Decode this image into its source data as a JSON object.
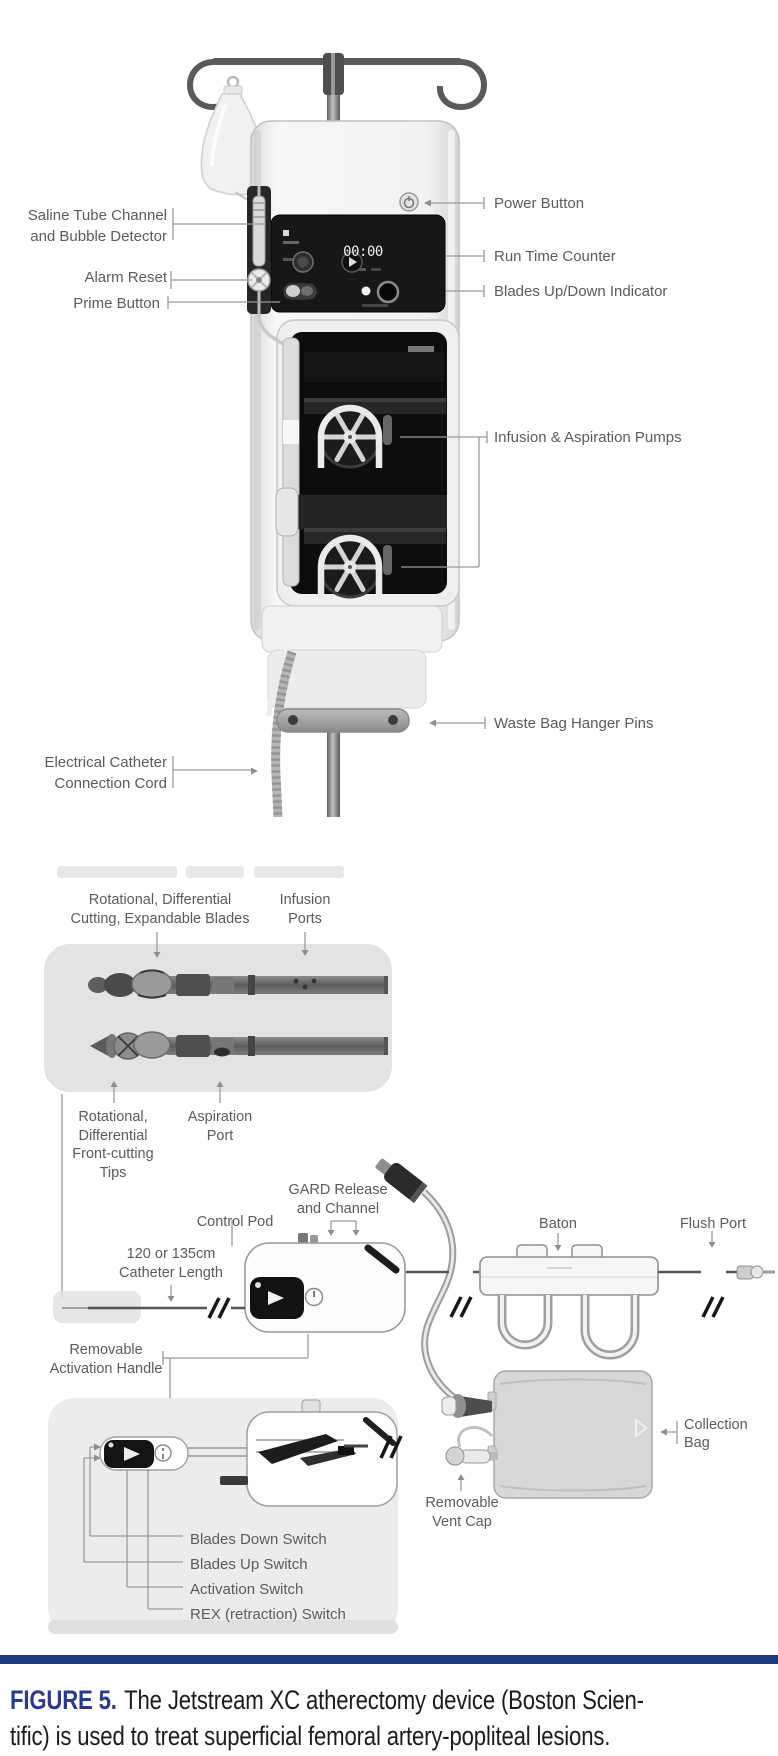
{
  "figure": {
    "caption": {
      "label": "FIGURE 5.",
      "line1": "The Jetstream XC atherectomy device (Boston Scien-",
      "line2": "tific) is used to treat superficial femoral artery-popliteal lesions."
    }
  },
  "console": {
    "display_time": "00:00",
    "labels": {
      "saline_channel": "Saline Tube Channel\nand Bubble Detector",
      "alarm_reset": "Alarm Reset",
      "prime_button": "Prime Button",
      "power_button": "Power Button",
      "run_time_counter": "Run Time Counter",
      "blades_indicator": "Blades Up/Down Indicator",
      "pumps": "Infusion & Aspiration Pumps",
      "waste_pins": "Waste Bag Hanger Pins",
      "connection_cord": "Electrical Catheter\nConnection Cord"
    }
  },
  "catheter_tips": {
    "labels": {
      "expandable_blades": "Rotational, Differential\nCutting, Expandable Blades",
      "infusion_ports": "Infusion\nPorts",
      "front_cutting_tips": "Rotational,\nDifferential\nFront-cutting\nTips",
      "aspiration_port": "Aspiration\nPort"
    }
  },
  "schematic": {
    "labels": {
      "gard": "GARD Release\nand Channel",
      "control_pod": "Control Pod",
      "catheter_length": "120 or 135cm\nCatheter Length",
      "activation_handle": "Removable\nActivation Handle",
      "baton": "Baton",
      "flush_port": "Flush Port",
      "collection_bag": "Collection\nBag",
      "vent_cap": "Removable\nVent Cap"
    },
    "switches": [
      "Blades Down Switch",
      "Blades Up Switch",
      "Activation Switch",
      "REX (retraction) Switch"
    ]
  },
  "colors": {
    "divider_bar": "#1e3a7c",
    "caption_accent": "#2b3a8d",
    "label_text": "#5b5b5b",
    "leader_line": "#9b9b9b"
  }
}
